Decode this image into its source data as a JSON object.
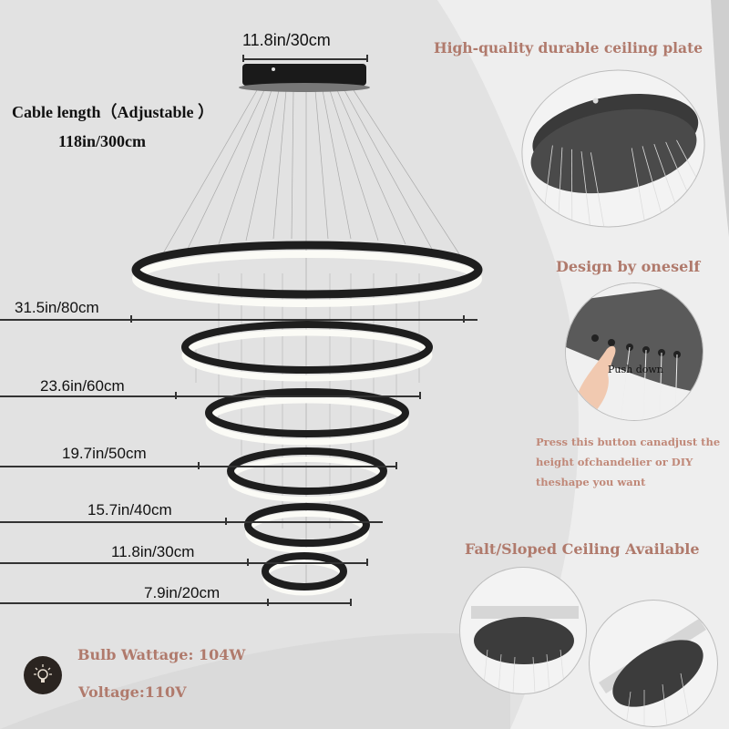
{
  "product": {
    "type": "LED ring chandelier",
    "canopy_dimension": "11.8in/30cm",
    "cable_length_label": "Cable length（Adjustable ）",
    "cable_length_value": "118in/300cm",
    "rings": [
      {
        "label": "31.5in/80cm"
      },
      {
        "label": "23.6in/60cm"
      },
      {
        "label": "19.7in/50cm"
      },
      {
        "label": "15.7in/40cm"
      },
      {
        "label": "11.8in/30cm"
      },
      {
        "label": "7.9in/20cm"
      }
    ]
  },
  "features": {
    "ceiling_plate": {
      "title": "High-quality durable ceiling plate"
    },
    "design": {
      "title": "Design by oneself",
      "inset_label": "Push down",
      "description": "Press this button canadjust the height ofchandelier or DIY theshape you want"
    },
    "ceiling": {
      "title": "Falt/Sloped Ceiling Available"
    }
  },
  "specs": {
    "icon": "light-bulb-icon",
    "wattage": "Bulb Wattage: 104W",
    "voltage": "Voltage:110V"
  },
  "colors": {
    "background": "#e2e2e2",
    "accent_text": "#b07a6c",
    "ring_black": "#1e1e1e",
    "ring_glow": "#fbfbf6"
  }
}
